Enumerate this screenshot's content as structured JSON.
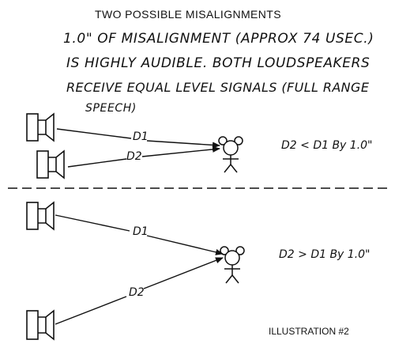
{
  "title": "TWO POSSIBLE MISALIGNMENTS",
  "notes": [
    "1.0\" OF MISALIGNMENT (APPROX 74 USEC.)",
    "IS HIGHLY AUDIBLE. BOTH LOUDSPEAKERS",
    "RECEIVE EQUAL LEVEL SIGNALS (FULL RANGE",
    "SPEECH)"
  ],
  "scenario_top": {
    "d1_label": "D1",
    "d2_label": "D2",
    "relation": "D2 < D1 By 1.0\""
  },
  "scenario_bottom": {
    "d1_label": "D1",
    "d2_label": "D2",
    "relation": "D2 > D1 By 1.0\""
  },
  "caption": "ILLUSTRATION #2",
  "colors": {
    "ink": "#111111",
    "paper": "#ffffff"
  }
}
